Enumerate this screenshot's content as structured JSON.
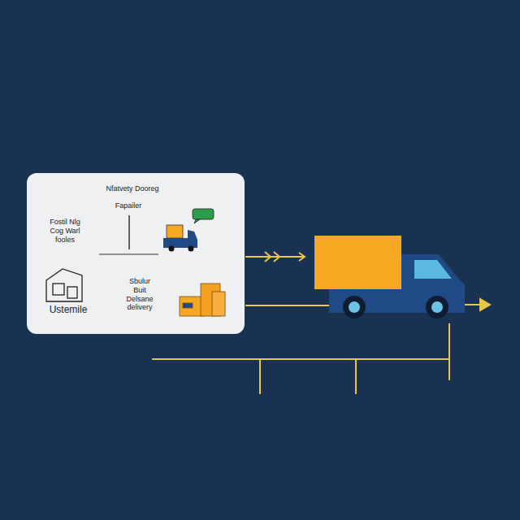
{
  "diagram": {
    "nodes": [
      {
        "text": [
          "Nfatvety Dooreg",
          "Fapailer",
          "Fostil Nlg Cog Warl fooles",
          "Sbulur Buit Delsane delivery",
          "Ustemile"
        ]
      }
    ]
  }
}
